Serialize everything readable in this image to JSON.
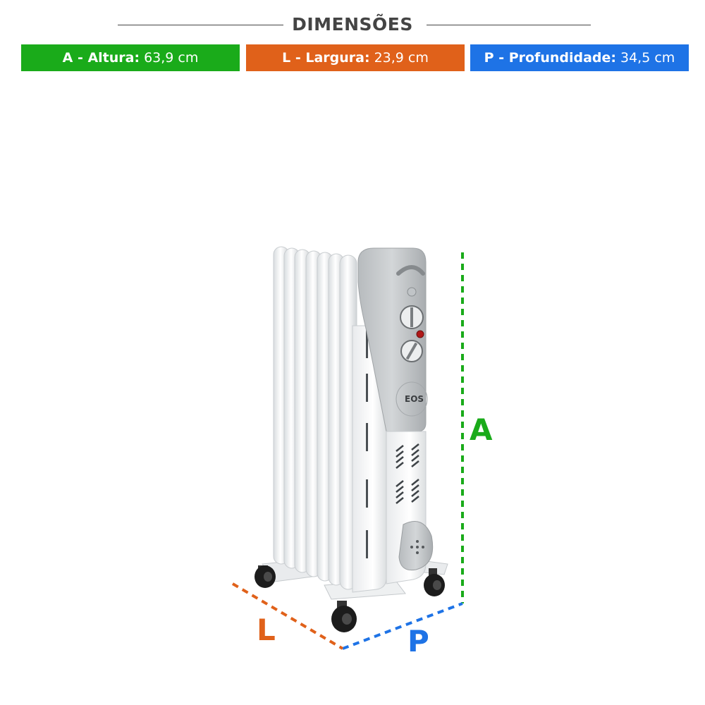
{
  "header": {
    "title": "DIMENSÕES"
  },
  "dimensions": [
    {
      "key": "A",
      "label": "A - Altura:",
      "value": "63,9 cm",
      "color": "#1aab1a"
    },
    {
      "key": "L",
      "label": "L - Largura:",
      "value": "23,9 cm",
      "color": "#e0611a"
    },
    {
      "key": "P",
      "label": "P - Profundidade:",
      "value": "34,5 cm",
      "color": "#1e73e6"
    }
  ],
  "diagram": {
    "height_letter": "A",
    "width_letter": "L",
    "depth_letter": "P",
    "brand_text": "EOS",
    "icons": [
      "oil-heater-radiator-icon",
      "thermostat-knob-icon",
      "power-knob-icon",
      "indicator-light-icon",
      "caster-wheel-icon"
    ]
  }
}
